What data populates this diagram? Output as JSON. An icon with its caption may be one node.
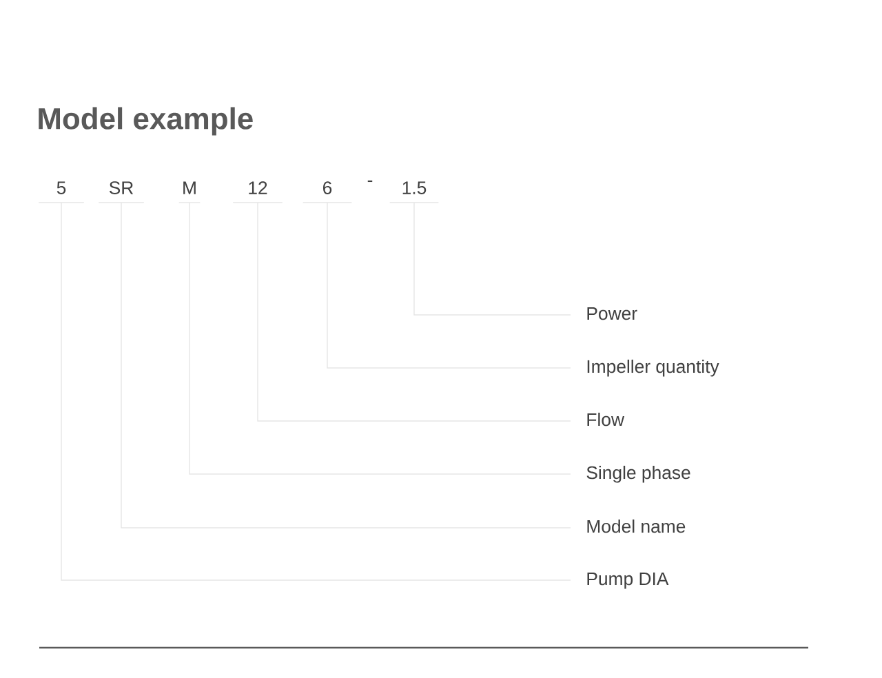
{
  "diagram": {
    "title": "Model example",
    "nodes": [
      {
        "text": [
          "5"
        ]
      },
      {
        "text": [
          "SR"
        ]
      },
      {
        "text": [
          "M"
        ]
      },
      {
        "text": [
          "12"
        ]
      },
      {
        "text": [
          "6"
        ]
      },
      {
        "text": [
          "1.5"
        ]
      },
      {
        "text": [
          "Power"
        ]
      },
      {
        "text": [
          "Impeller quantity"
        ]
      },
      {
        "text": [
          "Flow"
        ]
      },
      {
        "text": [
          "Single phase"
        ]
      },
      {
        "text": [
          "Model name"
        ]
      },
      {
        "text": [
          "Pump DIA"
        ]
      }
    ],
    "edges": [
      {
        "from": 5,
        "to": 6,
        "arrow": "none"
      },
      {
        "from": 4,
        "to": 7,
        "arrow": "none"
      },
      {
        "from": 3,
        "to": 8,
        "arrow": "none"
      },
      {
        "from": 2,
        "to": 9,
        "arrow": "none"
      },
      {
        "from": 1,
        "to": 10,
        "arrow": "none"
      },
      {
        "from": 0,
        "to": 11,
        "arrow": "none"
      }
    ],
    "labels": [
      "-"
    ]
  }
}
